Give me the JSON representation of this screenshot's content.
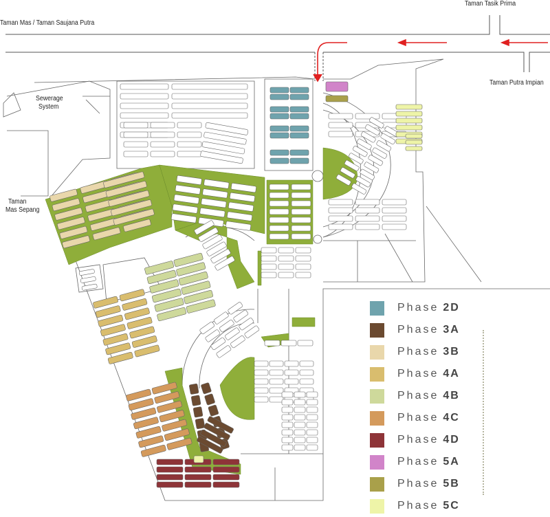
{
  "labels": {
    "top_road": "Taman Mas / Taman Saujana Putra",
    "tasik_prima": "Taman Tasik Prima",
    "putra_impian": "Taman Putra Impian",
    "sewerage": "Sewerage\nSystem",
    "sewerage_line1": "Sewerage",
    "sewerage_line2": "System",
    "mas_sepang_line1": "Taman",
    "mas_sepang_line2": "Mas Sepang"
  },
  "legend": [
    {
      "word": "Phase",
      "code": "2D",
      "color": "#6fa3ad"
    },
    {
      "word": "Phase",
      "code": "3A",
      "color": "#6b4a30"
    },
    {
      "word": "Phase",
      "code": "3B",
      "color": "#e9d7ab"
    },
    {
      "word": "Phase",
      "code": "4A",
      "color": "#d9bd6e"
    },
    {
      "word": "Phase",
      "code": "4B",
      "color": "#ced99b"
    },
    {
      "word": "Phase",
      "code": "4C",
      "color": "#d49a5c"
    },
    {
      "word": "Phase",
      "code": "4D",
      "color": "#8e3438"
    },
    {
      "word": "Phase",
      "code": "5A",
      "color": "#d184c9"
    },
    {
      "word": "Phase",
      "code": "5B",
      "color": "#a9a04a"
    },
    {
      "word": "Phase",
      "code": "5C",
      "color": "#eef4a8"
    }
  ],
  "colors": {
    "green": "#8fae3a",
    "arrow": "#e02020",
    "line": "#555555"
  }
}
